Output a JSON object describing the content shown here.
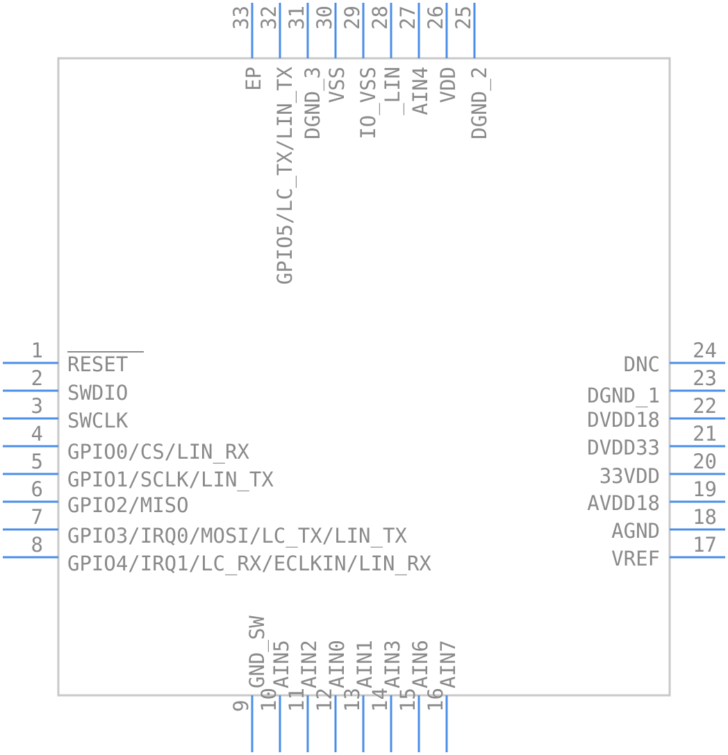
{
  "colors": {
    "pin": "#4a8ee8",
    "body": "#c8c8c8",
    "text": "#8a8a8a"
  },
  "pins": {
    "left": [
      {
        "num": "1",
        "label": "RESET",
        "overline": true
      },
      {
        "num": "2",
        "label": "SWDIO"
      },
      {
        "num": "3",
        "label": "SWCLK"
      },
      {
        "num": "4",
        "label": "GPIO0/CS/LIN_RX"
      },
      {
        "num": "5",
        "label": "GPIO1/SCLK/LIN_TX"
      },
      {
        "num": "6",
        "label": "GPIO2/MISO"
      },
      {
        "num": "7",
        "label": "GPIO3/IRQ0/MOSI/LC_TX/LIN_TX"
      },
      {
        "num": "8",
        "label": "GPIO4/IRQ1/LC_RX/ECLKIN/LIN_RX"
      }
    ],
    "right": [
      {
        "num": "24",
        "label": "DNC"
      },
      {
        "num": "23",
        "label": "DGND_1"
      },
      {
        "num": "22",
        "label": "DVDD18"
      },
      {
        "num": "21",
        "label": "DVDD33"
      },
      {
        "num": "20",
        "label": "33VDD"
      },
      {
        "num": "19",
        "label": "AVDD18"
      },
      {
        "num": "18",
        "label": "AGND"
      },
      {
        "num": "17",
        "label": "VREF"
      }
    ],
    "top": [
      {
        "num": "33",
        "label": "EP"
      },
      {
        "num": "32",
        "label": "GPIO5/LC_TX/LIN_TX"
      },
      {
        "num": "31",
        "label": "DGND_3"
      },
      {
        "num": "30",
        "label": "VSS"
      },
      {
        "num": "29",
        "label": "IO_VSS"
      },
      {
        "num": "28",
        "label": "_LIN"
      },
      {
        "num": "27",
        "label": "AIN4"
      },
      {
        "num": "26",
        "label": "VDD"
      },
      {
        "num": "25",
        "label": "DGND_2"
      }
    ],
    "bottom": [
      {
        "num": "9",
        "label": "GND_SW"
      },
      {
        "num": "10",
        "label": "AIN5"
      },
      {
        "num": "11",
        "label": "AIN2"
      },
      {
        "num": "12",
        "label": "AIN0"
      },
      {
        "num": "13",
        "label": "AIN1"
      },
      {
        "num": "14",
        "label": "AIN3"
      },
      {
        "num": "15",
        "label": "AIN6"
      },
      {
        "num": "16",
        "label": "AIN7"
      }
    ]
  }
}
